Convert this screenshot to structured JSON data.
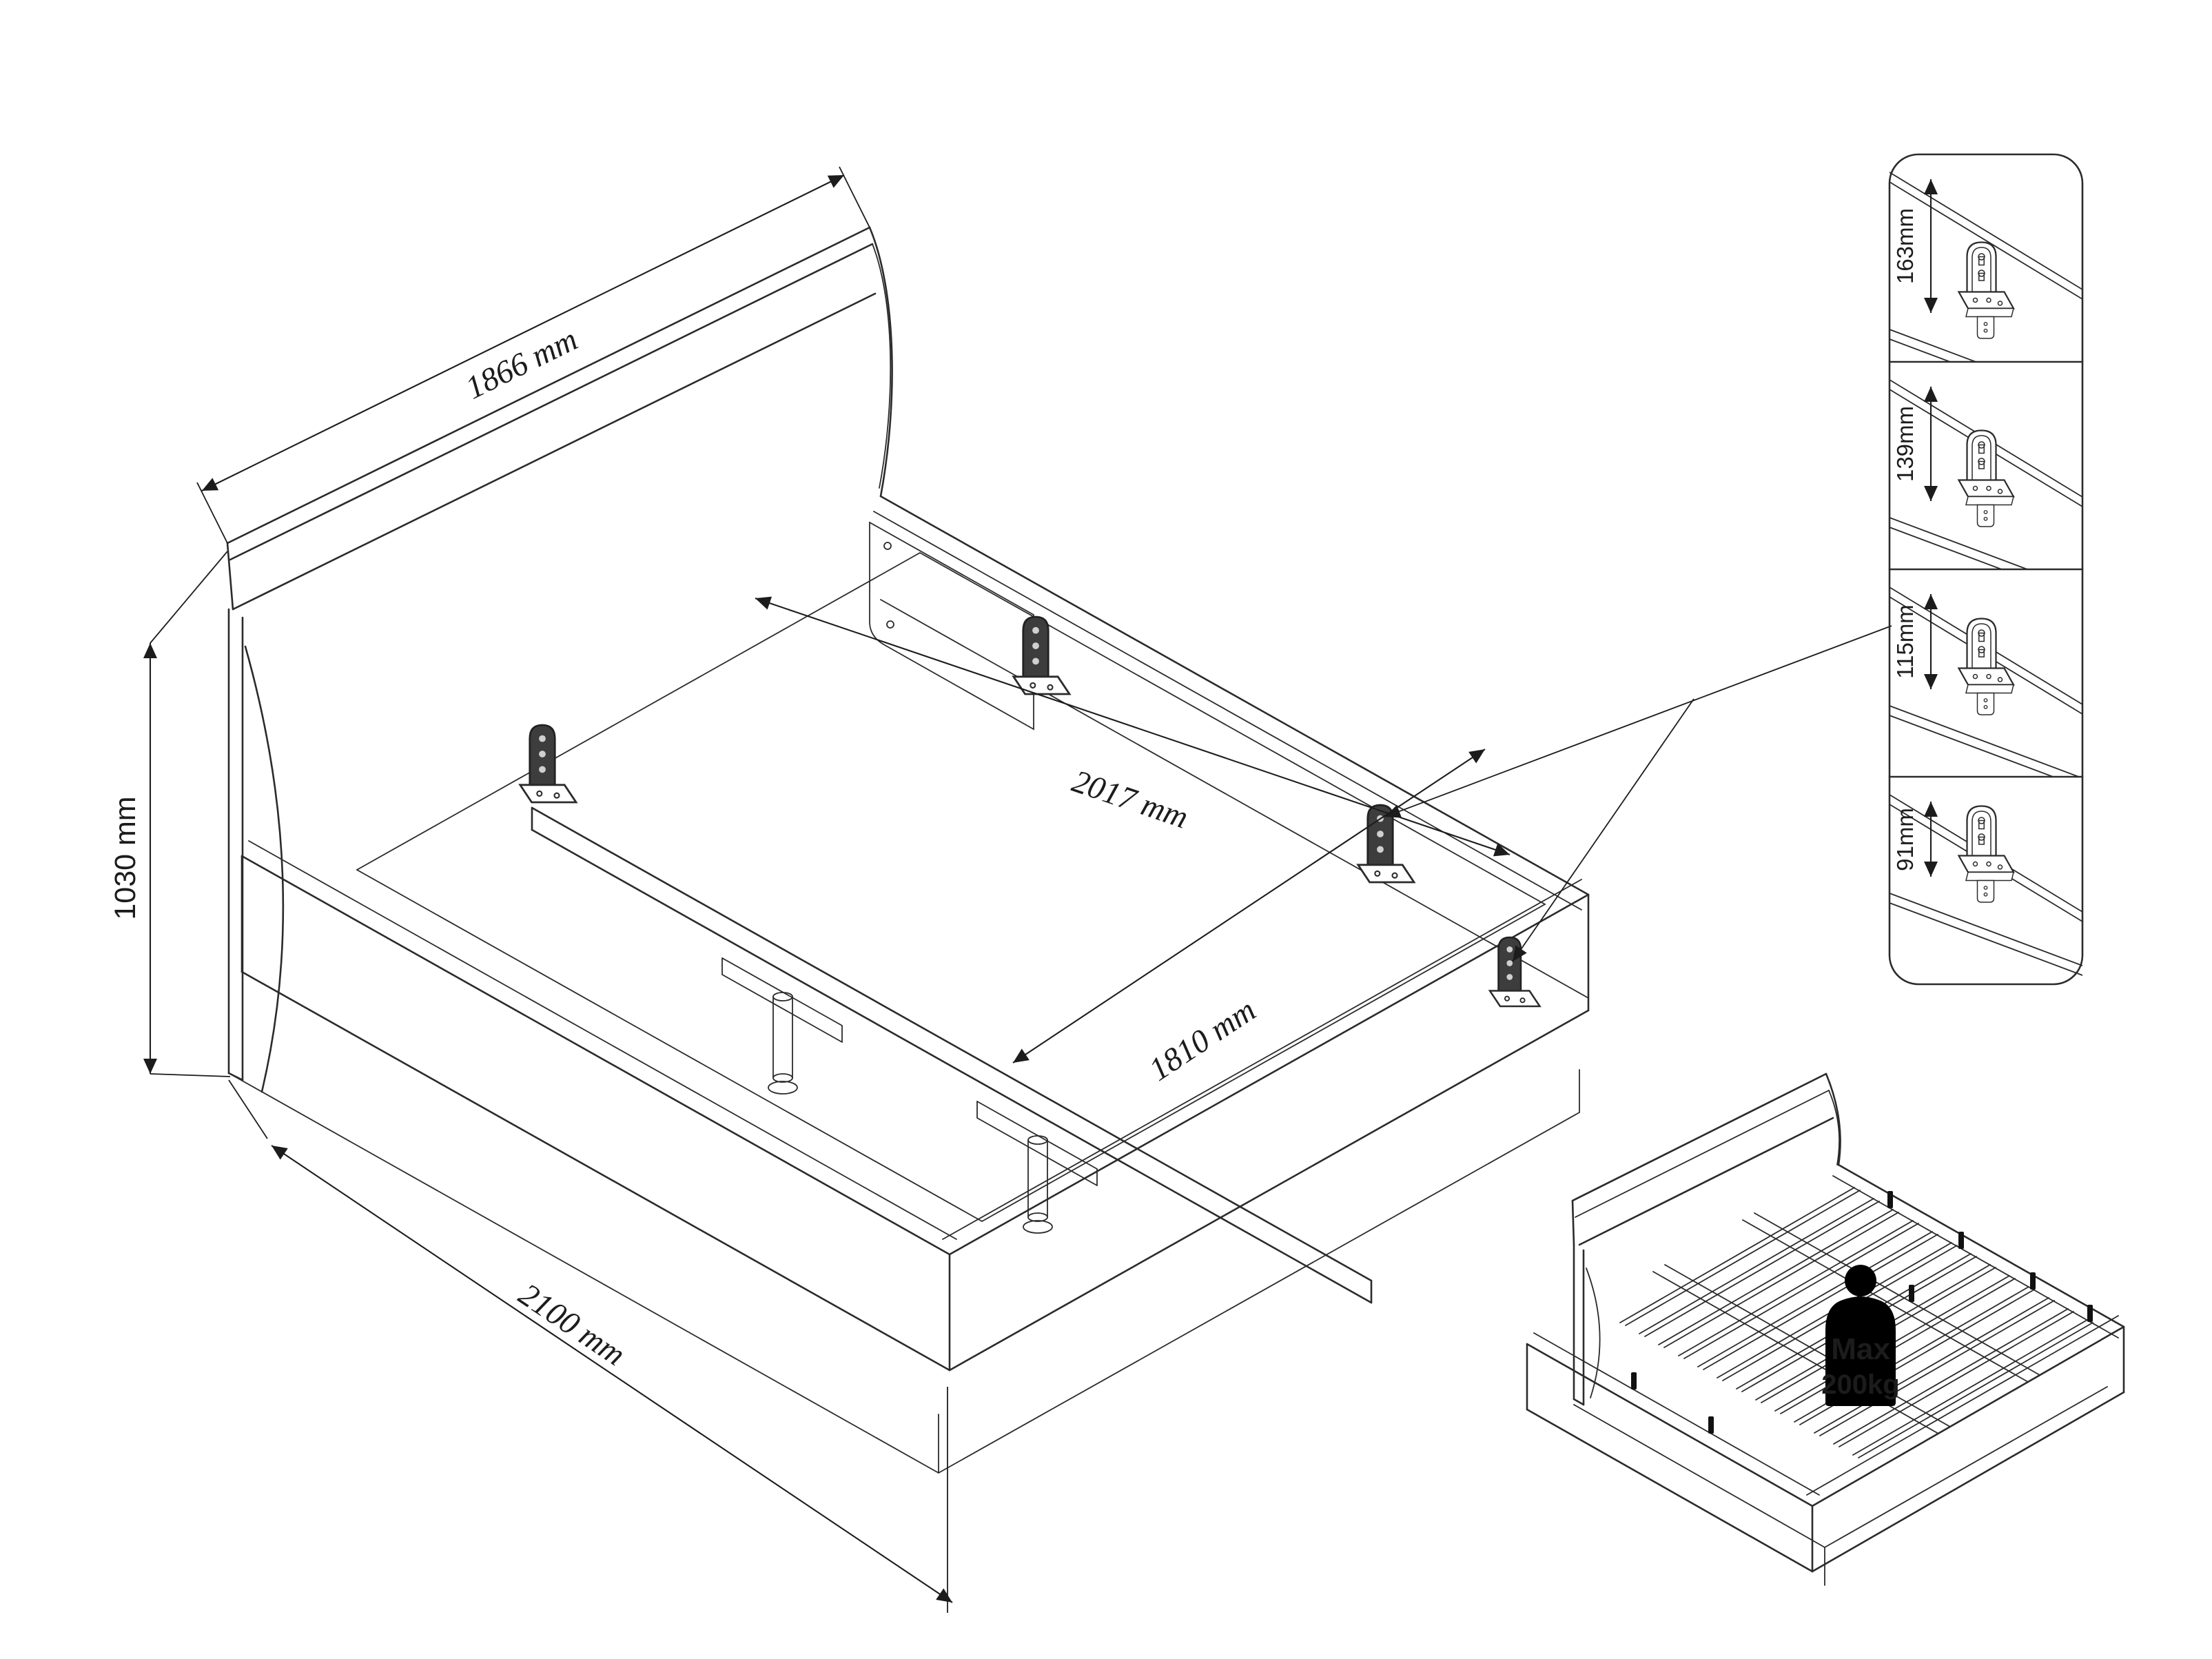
{
  "main_drawing": {
    "dim_headboard_width": "1866 mm",
    "dim_headboard_height": "1030 mm",
    "dim_outer_length": "2100 mm",
    "dim_inner_length": "2017 mm",
    "dim_inner_width": "1810 mm"
  },
  "bracket_panel": {
    "items": [
      {
        "label": "163mm"
      },
      {
        "label": "139mm"
      },
      {
        "label": "115mm"
      },
      {
        "label": "91mm"
      }
    ]
  },
  "load_badge": {
    "line1": "Max",
    "line2": "200kg"
  },
  "colors": {
    "line": "#2b2b2b",
    "dim_text_dark": "#1c1c1c",
    "dim_text_blue": "#2457a0",
    "badge_bg": "#000000",
    "badge_text": "#ffffff"
  }
}
